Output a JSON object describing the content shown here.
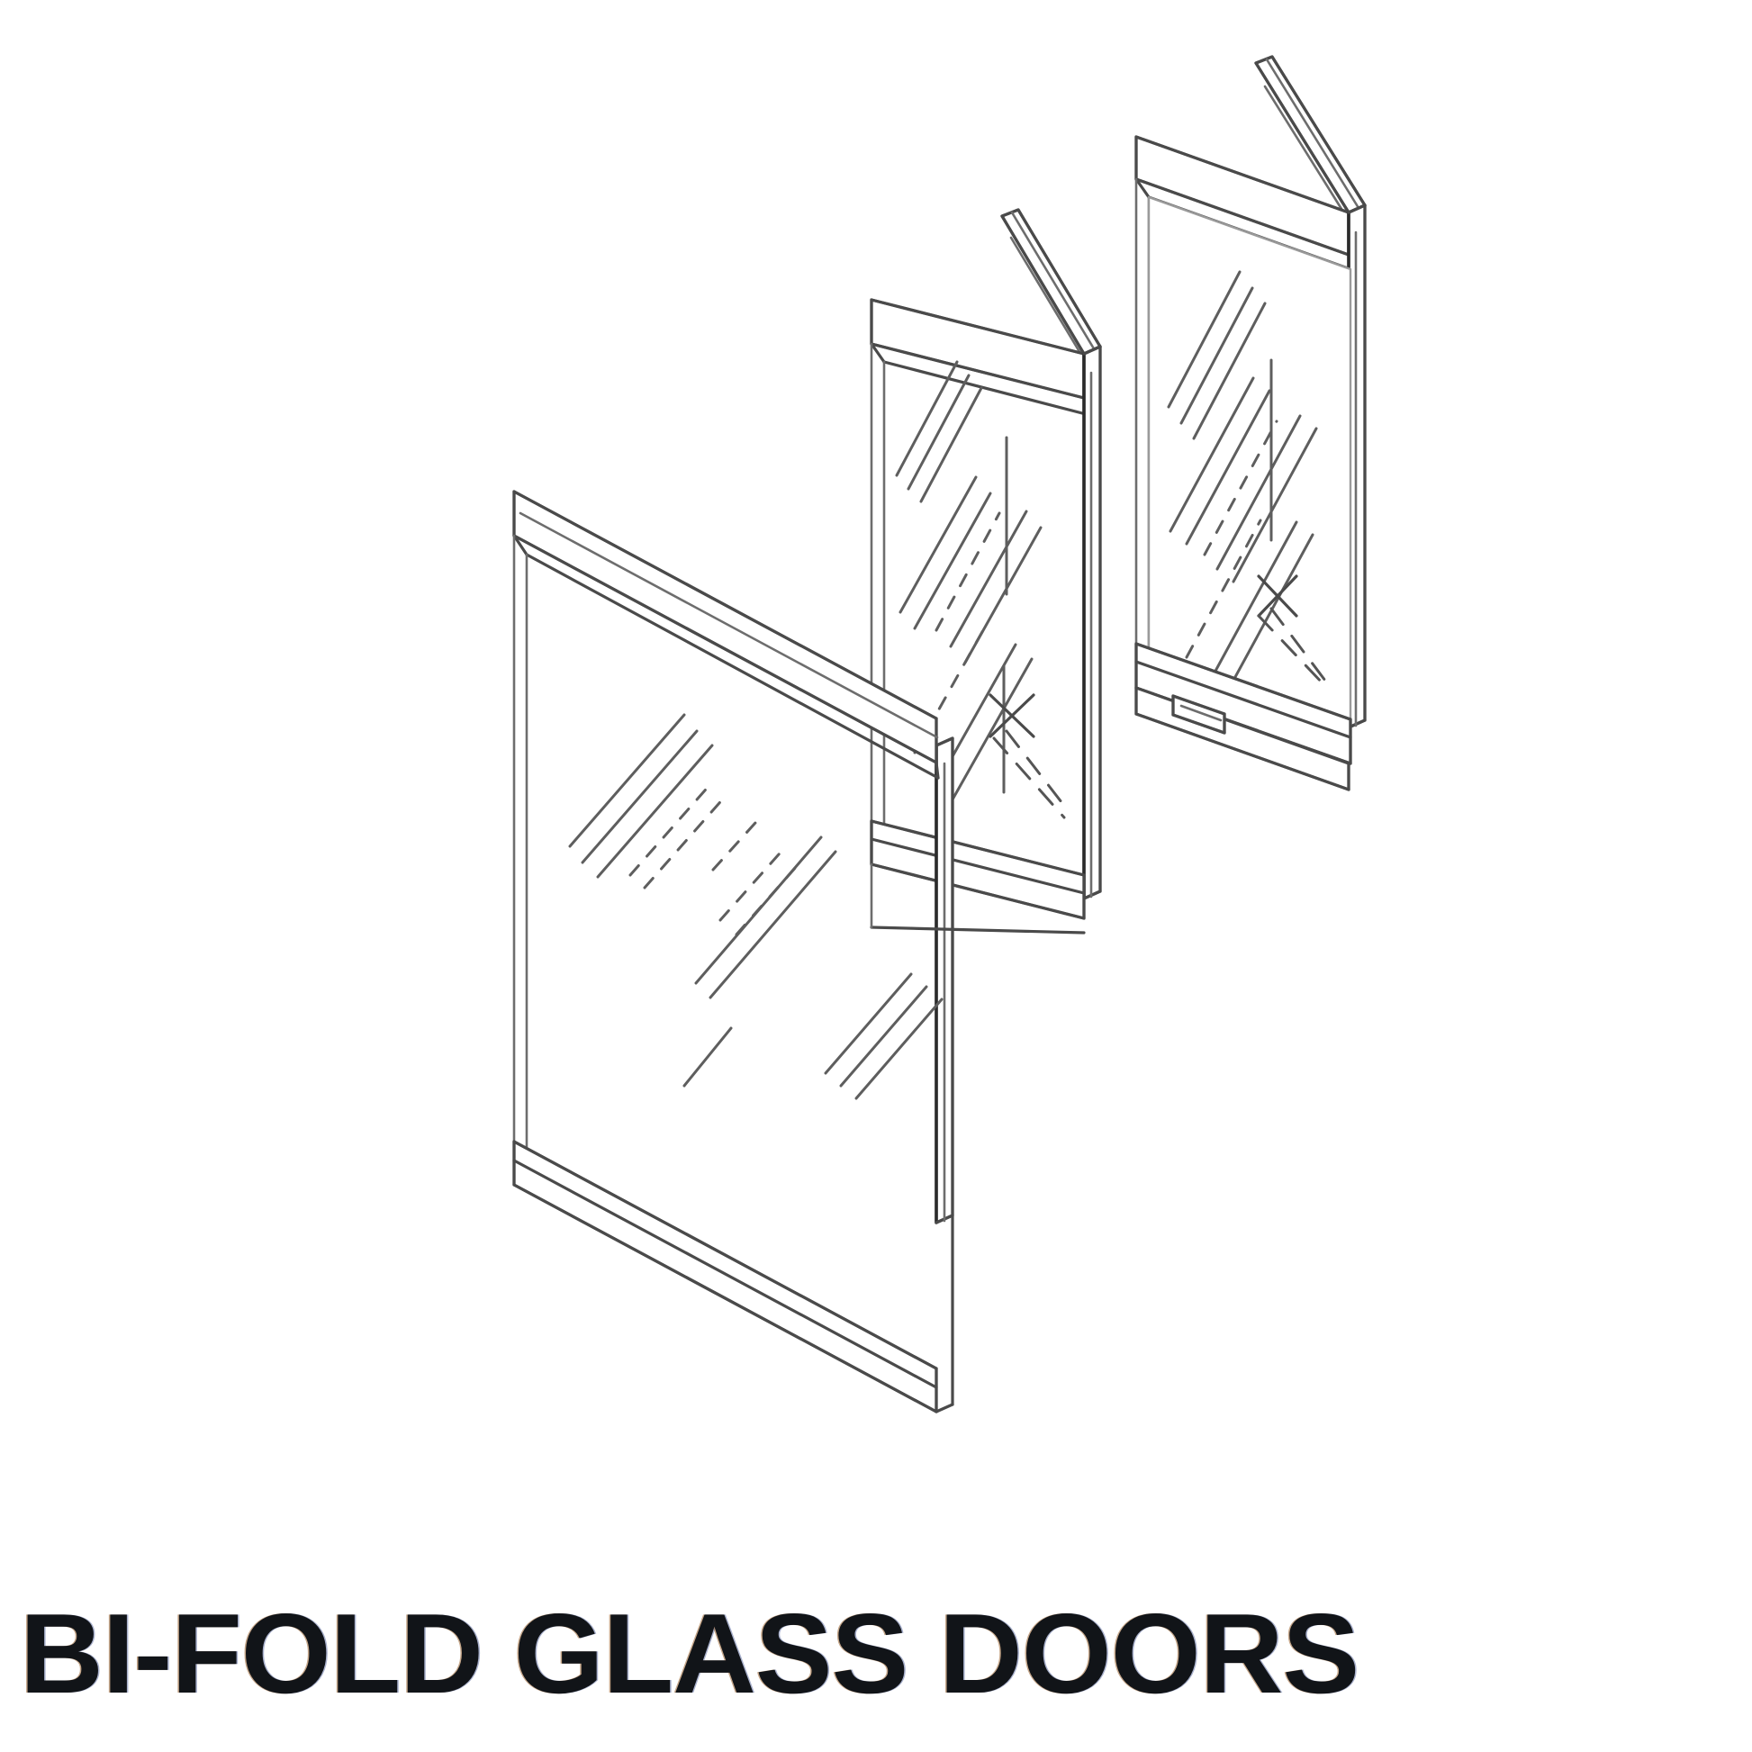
{
  "document": {
    "title": "BI-FOLD GLASS DOORS",
    "background_color": "#ffffff",
    "line_color": "#4a4a4a",
    "title_color": "#111418"
  },
  "illustration": {
    "name": "bi-fold-glass-doors-isometric-exploded-view",
    "type": "technical-line-drawing",
    "projection": "isometric",
    "caption": "BI-FOLD GLASS DOORS",
    "panels": [
      {
        "id": "front-panel",
        "label": "Front glass door panel",
        "position": "left",
        "orientation": "angled-toward-viewer",
        "components": [
          "top-rail",
          "left-stile",
          "glass-pane",
          "bottom-rail",
          "right-edge-post"
        ]
      },
      {
        "id": "middle-panel",
        "label": "Middle glass door panel",
        "position": "center",
        "orientation": "edge-on",
        "components": [
          "top-rail",
          "hinge-bracket",
          "left-stile",
          "glass-pane",
          "bottom-rail",
          "right-edge-post"
        ]
      },
      {
        "id": "rear-panel",
        "label": "Rear glass door panel",
        "position": "right",
        "orientation": "edge-on",
        "components": [
          "top-rail",
          "hinge-bracket",
          "left-stile",
          "glass-pane",
          "bottom-rail",
          "latch-block",
          "right-edge-post"
        ]
      }
    ],
    "details": {
      "glass_reflection_marks": "diagonal hatch strokes",
      "hidden_edges": "dashed lines",
      "latch": "small rectangular block on rear panel bottom rail"
    }
  }
}
